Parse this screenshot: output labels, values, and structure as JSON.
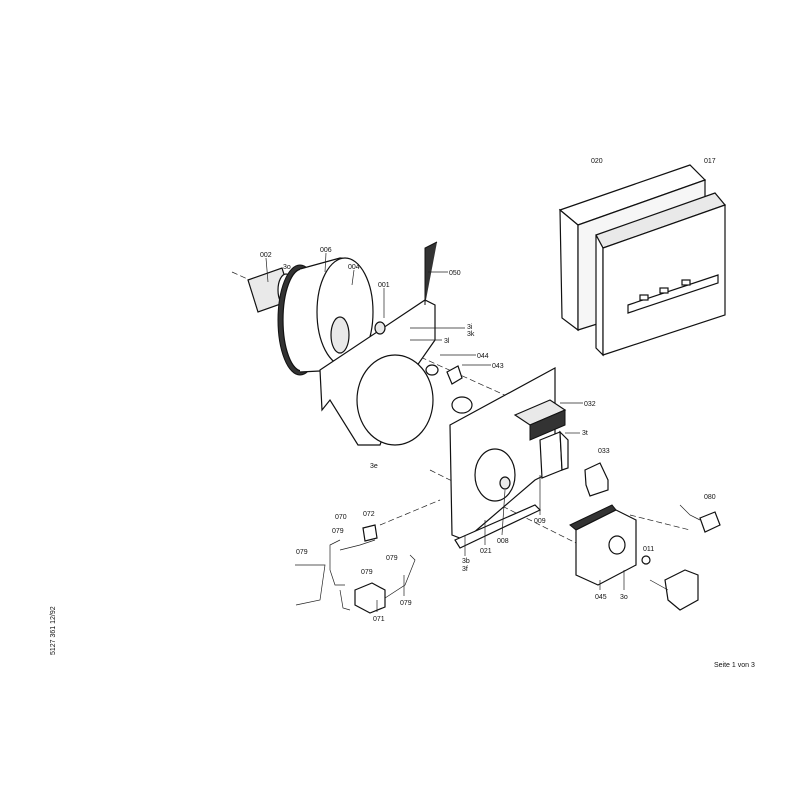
{
  "labels": {
    "p020": "020",
    "p017": "017",
    "p002": "002",
    "p3o_a": "3o",
    "p006": "006",
    "p004": "004",
    "p001": "001",
    "p050": "050",
    "p3i": "3i",
    "p3k": "3k",
    "p3l": "3l",
    "p044": "044",
    "p043": "043",
    "p3e": "3e",
    "p032": "032",
    "p3t": "3t",
    "p033": "033",
    "p080": "080",
    "p009": "009",
    "p008": "008",
    "p021": "021",
    "p3b": "3b",
    "p3f": "3f",
    "p011": "011",
    "p045": "045",
    "p3o_b": "3o",
    "p070": "070",
    "p072": "072",
    "p079_a": "079",
    "p079_b": "079",
    "p079_c": "079",
    "p079_d": "079",
    "p079_e": "079",
    "p071": "071"
  },
  "footer": {
    "doc_code": "5127 361   12/92",
    "page": "Seite 1 von 3"
  }
}
